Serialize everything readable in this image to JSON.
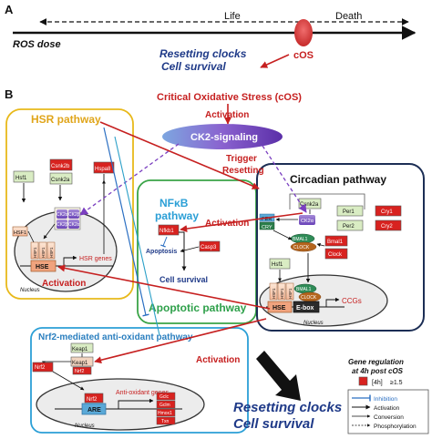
{
  "panel_a": {
    "label": "A",
    "life": "Life",
    "death": "Death",
    "ros_dose": "ROS dose",
    "cos": "cOS",
    "resetting_clocks": "Resetting clocks",
    "cell_survival": "Cell survival"
  },
  "panel_b": {
    "label": "B",
    "cos_title": "Critical Oxidative Stress (cOS)",
    "activation": "Activation",
    "ck2_signaling": "CK2-signaling",
    "trigger": "Trigger",
    "resetting": "Resetting",
    "hsr": {
      "title": "HSR pathway",
      "hsf1": "Hsf1",
      "csnk2b": "Csnk2b",
      "csnk2a": "Csnk2a",
      "hspa8": "Hspa8",
      "ck2a": "CK2α",
      "ck2b": "CK2β",
      "hsf1_node": "HSF1",
      "hse": "HSE",
      "hsr_genes": "HSR genes",
      "nucleus": "Nucleus",
      "activation": "Activation"
    },
    "nfkb": {
      "title_1": "NFκB",
      "title_2": "pathway",
      "nfkb1": "Nfkb1",
      "casp3": "Casp3",
      "apoptosis": "Apoptosis",
      "cell_survival": "Cell survival",
      "activation": "Activation"
    },
    "apoptotic": {
      "title": "Apoptotic pathway"
    },
    "circadian": {
      "title": "Circadian pathway",
      "csnk2a": "Csnk2a",
      "ck2a": "CK2α",
      "per": "PER",
      "cry": "CRY",
      "per1": "Per1",
      "per2": "Per2",
      "cry1": "Cry1",
      "cry2": "Cry2",
      "bmal1": "Bmal1",
      "clock": "Clock",
      "bmal1_node": "BMAL1",
      "clock_node": "CLOCK",
      "hsf1": "Hsf1",
      "hsf1_node": "HSF1",
      "hse": "HSE",
      "ebox": "E-box",
      "ccgs": "CCGs",
      "nucleus": "Nucleus"
    },
    "nrf2": {
      "title": "Nrf2-mediated anti-oxidant pathway",
      "keap1": "Keap1",
      "nrf2": "Nrf2",
      "are": "ARE",
      "anti_oxidant": "Anti-oxidant genes",
      "genes": [
        "Gclc",
        "Gclm",
        "Hmox1",
        "Txn"
      ],
      "nucleus": "Nucleus",
      "activation": "Activation"
    },
    "outcome": {
      "resetting_clocks": "Resetting clocks",
      "cell_survival": "Cell survival"
    },
    "legend": {
      "title_1": "Gene regulation",
      "title_2": "at 4h post cOS",
      "fold_label": "[4h]",
      "fold_value": "≥1.5",
      "inhibition": "Inhibition",
      "activation": "Activation",
      "conversion": "Conversion",
      "phosphorylation": "Phosphorylation"
    }
  },
  "colors": {
    "red": "#cc2222",
    "navy": "#1f3a88",
    "hsr_border": "#e8b91b",
    "nfkb_border": "#3aa447",
    "circadian_border": "#1c2e55",
    "nrf2_border": "#2b9fd6",
    "ck2_fill": "#7b4fc4",
    "gene_red": "#d8221f",
    "gene_green": "#d9ecc3"
  }
}
